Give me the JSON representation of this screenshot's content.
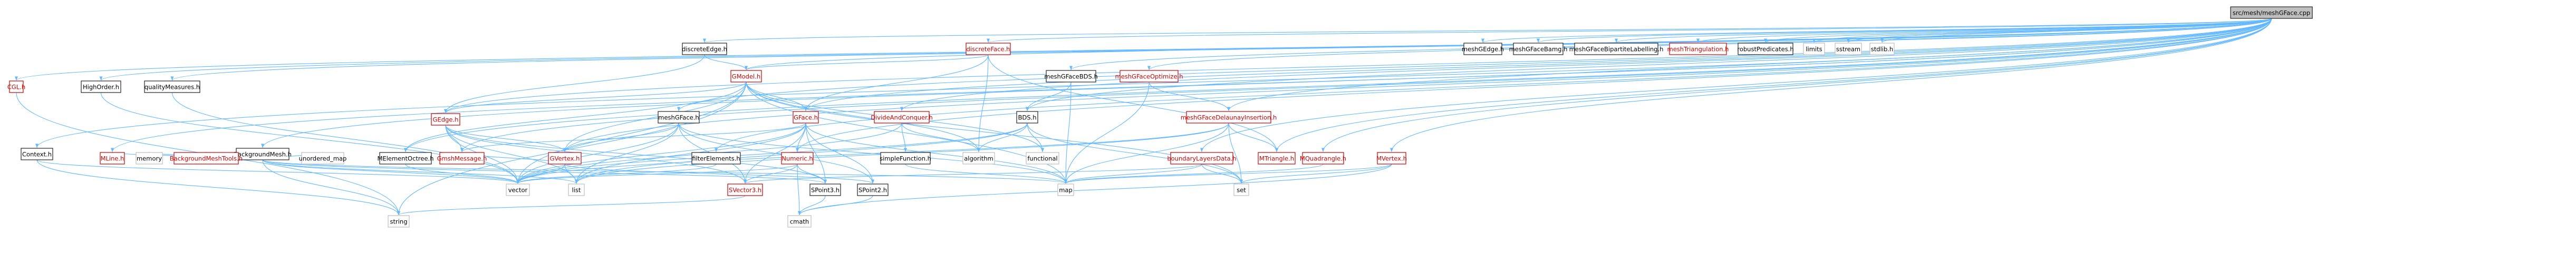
{
  "colors": {
    "edge": "#63b8ff",
    "node_border": "#222222",
    "node_fill": "#ffffff",
    "root_fill": "#bfbfbf",
    "missing_border": "#bfbfbf",
    "linked_text": "#000000",
    "red_text": "#cc0000"
  },
  "graph": {
    "root": "src/mesh/meshGFace.cpp",
    "nodes": [
      {
        "id": "root",
        "label": "src/mesh/meshGFace.cpp",
        "style": "root"
      },
      {
        "id": "CGLh",
        "label": "CGL.h",
        "style": "red"
      },
      {
        "id": "HighOrderh",
        "label": "HighOrder.h",
        "style": "black"
      },
      {
        "id": "qualityMeasuresh",
        "label": "qualityMeasures.h",
        "style": "black"
      },
      {
        "id": "Contexth",
        "label": "Context.h",
        "style": "black"
      },
      {
        "id": "BackgroundMeshh",
        "label": "BackgroundMesh.h",
        "style": "black"
      },
      {
        "id": "MLineh",
        "label": "MLine.h",
        "style": "red"
      },
      {
        "id": "memory",
        "label": "memory",
        "style": "gray"
      },
      {
        "id": "BackgroundMeshToolsh",
        "label": "BackgroundMeshTools.h",
        "style": "red"
      },
      {
        "id": "unordered_map",
        "label": "unordered_map",
        "style": "gray"
      },
      {
        "id": "GEdgeh",
        "label": "GEdge.h",
        "style": "red"
      },
      {
        "id": "discreteEdgeh",
        "label": "discreteEdge.h",
        "style": "black"
      },
      {
        "id": "GModelh",
        "label": "GModel.h",
        "style": "red"
      },
      {
        "id": "MElementOctreeh",
        "label": "MElementOctree.h",
        "style": "black"
      },
      {
        "id": "GmshMessageh",
        "label": "GmshMessage.h",
        "style": "red"
      },
      {
        "id": "meshGFaceh",
        "label": "meshGFace.h",
        "style": "black"
      },
      {
        "id": "GVertexh",
        "label": "GVertex.h",
        "style": "red"
      },
      {
        "id": "fillerElementsh",
        "label": "filterElements.h",
        "style": "black"
      },
      {
        "id": "GFaceh",
        "label": "GFace.h",
        "style": "red"
      },
      {
        "id": "discreteFaceh",
        "label": "discreteFace.h",
        "style": "red"
      },
      {
        "id": "Numerich",
        "label": "Numeric.h",
        "style": "red"
      },
      {
        "id": "DivideAndConquerh",
        "label": "DivideAndConquer.h",
        "style": "red"
      },
      {
        "id": "simpleFunctionh",
        "label": "simpleFunction.h",
        "style": "black"
      },
      {
        "id": "meshGFaceBDSh",
        "label": "meshGFaceBDS.h",
        "style": "black"
      },
      {
        "id": "BDSh",
        "label": "BDS.h",
        "style": "black"
      },
      {
        "id": "algorithm",
        "label": "algorithm",
        "style": "gray"
      },
      {
        "id": "functional",
        "label": "functional",
        "style": "gray"
      },
      {
        "id": "meshGFaceOptimizeh",
        "label": "meshGFaceOptimize.h",
        "style": "red"
      },
      {
        "id": "boundaryLayersDatah",
        "label": "boundaryLayersData.h",
        "style": "red"
      },
      {
        "id": "meshGFaceDelaunayInsertionh",
        "label": "meshGFaceDelaunayInsertion.h",
        "style": "red"
      },
      {
        "id": "MTriangleh",
        "label": "MTriangle.h",
        "style": "red"
      },
      {
        "id": "MQuadrangleh",
        "label": "MQuadrangle.h",
        "style": "red"
      },
      {
        "id": "MVertexh",
        "label": "MVertex.h",
        "style": "red"
      },
      {
        "id": "meshGEdgeh",
        "label": "meshGEdge.h",
        "style": "black"
      },
      {
        "id": "meshGFaceBamgh",
        "label": "meshGFaceBamg.h",
        "style": "black"
      },
      {
        "id": "meshGFaceBipartiteLabellingh",
        "label": "meshGFaceBipartiteLabelling.h",
        "style": "black"
      },
      {
        "id": "meshTriangulationh",
        "label": "meshTriangulation.h",
        "style": "red"
      },
      {
        "id": "robustPredicatesh",
        "label": "robustPredicates.h",
        "style": "black"
      },
      {
        "id": "limits",
        "label": "limits",
        "style": "gray"
      },
      {
        "id": "sstream",
        "label": "sstream",
        "style": "gray"
      },
      {
        "id": "stdlibh",
        "label": "stdlib.h",
        "style": "gray"
      },
      {
        "id": "vector",
        "label": "vector",
        "style": "gray"
      },
      {
        "id": "list",
        "label": "list",
        "style": "gray"
      },
      {
        "id": "SVector3h",
        "label": "SVector3.h",
        "style": "red"
      },
      {
        "id": "SPoint3h",
        "label": "SPoint3.h",
        "style": "black"
      },
      {
        "id": "SPoint2h",
        "label": "SPoint2.h",
        "style": "black"
      },
      {
        "id": "map",
        "label": "map",
        "style": "gray"
      },
      {
        "id": "set",
        "label": "set",
        "style": "gray"
      },
      {
        "id": "string",
        "label": "string",
        "style": "gray"
      },
      {
        "id": "cmathh",
        "label": "cmath",
        "style": "gray"
      }
    ],
    "edges": [
      [
        "root",
        "CGLh"
      ],
      [
        "root",
        "HighOrderh"
      ],
      [
        "root",
        "qualityMeasuresh"
      ],
      [
        "root",
        "Contexth"
      ],
      [
        "root",
        "BackgroundMeshh"
      ],
      [
        "root",
        "MLineh"
      ],
      [
        "root",
        "GEdgeh"
      ],
      [
        "root",
        "discreteEdgeh"
      ],
      [
        "root",
        "GModelh"
      ],
      [
        "root",
        "MElementOctreeh"
      ],
      [
        "root",
        "GmshMessageh"
      ],
      [
        "root",
        "meshGFaceh"
      ],
      [
        "root",
        "GVertexh"
      ],
      [
        "root",
        "fillerElementsh"
      ],
      [
        "root",
        "GFaceh"
      ],
      [
        "root",
        "discreteFaceh"
      ],
      [
        "root",
        "Numerich"
      ],
      [
        "root",
        "DivideAndConquerh"
      ],
      [
        "root",
        "meshGFaceBDSh"
      ],
      [
        "root",
        "BDSh"
      ],
      [
        "root",
        "meshGFaceOptimizeh"
      ],
      [
        "root",
        "boundaryLayersDatah"
      ],
      [
        "root",
        "meshGFaceDelaunayInsertionh"
      ],
      [
        "root",
        "MTriangleh"
      ],
      [
        "root",
        "MQuadrangleh"
      ],
      [
        "root",
        "MVertexh"
      ],
      [
        "root",
        "meshGEdgeh"
      ],
      [
        "root",
        "meshGFaceBamgh"
      ],
      [
        "root",
        "meshGFaceBipartiteLabellingh"
      ],
      [
        "root",
        "meshTriangulationh"
      ],
      [
        "root",
        "robustPredicatesh"
      ],
      [
        "root",
        "limits"
      ],
      [
        "root",
        "sstream"
      ],
      [
        "root",
        "stdlibh"
      ],
      [
        "CGLh",
        "string"
      ],
      [
        "HighOrderh",
        "vector"
      ],
      [
        "qualityMeasuresh",
        "vector"
      ],
      [
        "Contexth",
        "string"
      ],
      [
        "Contexth",
        "vector"
      ],
      [
        "BackgroundMeshh",
        "MLineh"
      ],
      [
        "BackgroundMeshh",
        "memory"
      ],
      [
        "BackgroundMeshh",
        "BackgroundMeshToolsh"
      ],
      [
        "BackgroundMeshh",
        "unordered_map"
      ],
      [
        "BackgroundMeshh",
        "vector"
      ],
      [
        "BackgroundMeshh",
        "list"
      ],
      [
        "BackgroundMeshh",
        "SPoint3h"
      ],
      [
        "BackgroundMeshh",
        "map"
      ],
      [
        "BackgroundMeshh",
        "string"
      ],
      [
        "discreteEdgeh",
        "GModelh"
      ],
      [
        "discreteEdgeh",
        "GEdgeh"
      ],
      [
        "GModelh",
        "GEdgeh"
      ],
      [
        "GModelh",
        "GVertexh"
      ],
      [
        "GModelh",
        "GFaceh"
      ],
      [
        "GModelh",
        "vector"
      ],
      [
        "GModelh",
        "map"
      ],
      [
        "GModelh",
        "set"
      ],
      [
        "GModelh",
        "string"
      ],
      [
        "GModelh",
        "algorithm"
      ],
      [
        "GModelh",
        "functional"
      ],
      [
        "GModelh",
        "MElementOctreeh"
      ],
      [
        "GEdgeh",
        "GVertexh"
      ],
      [
        "GEdgeh",
        "GmshMessageh"
      ],
      [
        "GEdgeh",
        "vector"
      ],
      [
        "GEdgeh",
        "list"
      ],
      [
        "GEdgeh",
        "SVector3h"
      ],
      [
        "GEdgeh",
        "SPoint3h"
      ],
      [
        "meshGFaceh",
        "GVertexh"
      ],
      [
        "meshGFaceh",
        "vector"
      ],
      [
        "meshGFaceh",
        "list"
      ],
      [
        "meshGFaceh",
        "map"
      ],
      [
        "meshGFaceh",
        "SPoint2h"
      ],
      [
        "meshGFaceh",
        "SVector3h"
      ],
      [
        "GVertexh",
        "GmshMessageh"
      ],
      [
        "GVertexh",
        "SPoint2h"
      ],
      [
        "GVertexh",
        "vector"
      ],
      [
        "GVertexh",
        "list"
      ],
      [
        "GFaceh",
        "GmshMessageh"
      ],
      [
        "GFaceh",
        "Numerich"
      ],
      [
        "GFaceh",
        "SVector3h"
      ],
      [
        "GFaceh",
        "SPoint2h"
      ],
      [
        "GFaceh",
        "SPoint3h"
      ],
      [
        "GFaceh",
        "vector"
      ],
      [
        "GFaceh",
        "list"
      ],
      [
        "GFaceh",
        "map"
      ],
      [
        "discreteFaceh",
        "GModelh"
      ],
      [
        "discreteFaceh",
        "GFaceh"
      ],
      [
        "discreteFaceh",
        "MTriangleh"
      ],
      [
        "discreteFaceh",
        "algorithm"
      ],
      [
        "Numerich",
        "SVector3h"
      ],
      [
        "Numerich",
        "SPoint3h"
      ],
      [
        "Numerich",
        "vector"
      ],
      [
        "Numerich",
        "cmathh"
      ],
      [
        "DivideAndConquerh",
        "simpleFunctionh"
      ],
      [
        "DivideAndConquerh",
        "algorithm"
      ],
      [
        "DivideAndConquerh",
        "vector"
      ],
      [
        "meshGFaceBDSh",
        "BDSh"
      ],
      [
        "meshGFaceBDSh",
        "map"
      ],
      [
        "BDSh",
        "algorithm"
      ],
      [
        "BDSh",
        "functional"
      ],
      [
        "BDSh",
        "list"
      ],
      [
        "BDSh",
        "set"
      ],
      [
        "BDSh",
        "vector"
      ],
      [
        "meshGFaceOptimizeh",
        "meshGFaceDelaunayInsertionh"
      ],
      [
        "meshGFaceOptimizeh",
        "map"
      ],
      [
        "boundaryLayersDatah",
        "SVector3h"
      ],
      [
        "boundaryLayersDatah",
        "map"
      ],
      [
        "boundaryLayersDatah",
        "set"
      ],
      [
        "meshGFaceDelaunayInsertionh",
        "MTriangleh"
      ],
      [
        "meshGFaceDelaunayInsertionh",
        "set"
      ],
      [
        "meshGFaceDelaunayInsertionh",
        "map"
      ],
      [
        "meshGFaceDelaunayInsertionh",
        "list"
      ],
      [
        "meshGFaceDelaunayInsertionh",
        "vector"
      ],
      [
        "MQuadrangleh",
        "map"
      ],
      [
        "MVertexh",
        "set"
      ],
      [
        "MVertexh",
        "map"
      ],
      [
        "MVertexh",
        "cmathh"
      ],
      [
        "SVector3h",
        "string"
      ],
      [
        "SPoint3h",
        "cmathh"
      ],
      [
        "SPoint2h",
        "cmathh"
      ],
      [
        "MElementOctreeh",
        "vector"
      ],
      [
        "simpleFunctionh",
        "map"
      ],
      [
        "fillerElementsh",
        "vector"
      ]
    ]
  }
}
